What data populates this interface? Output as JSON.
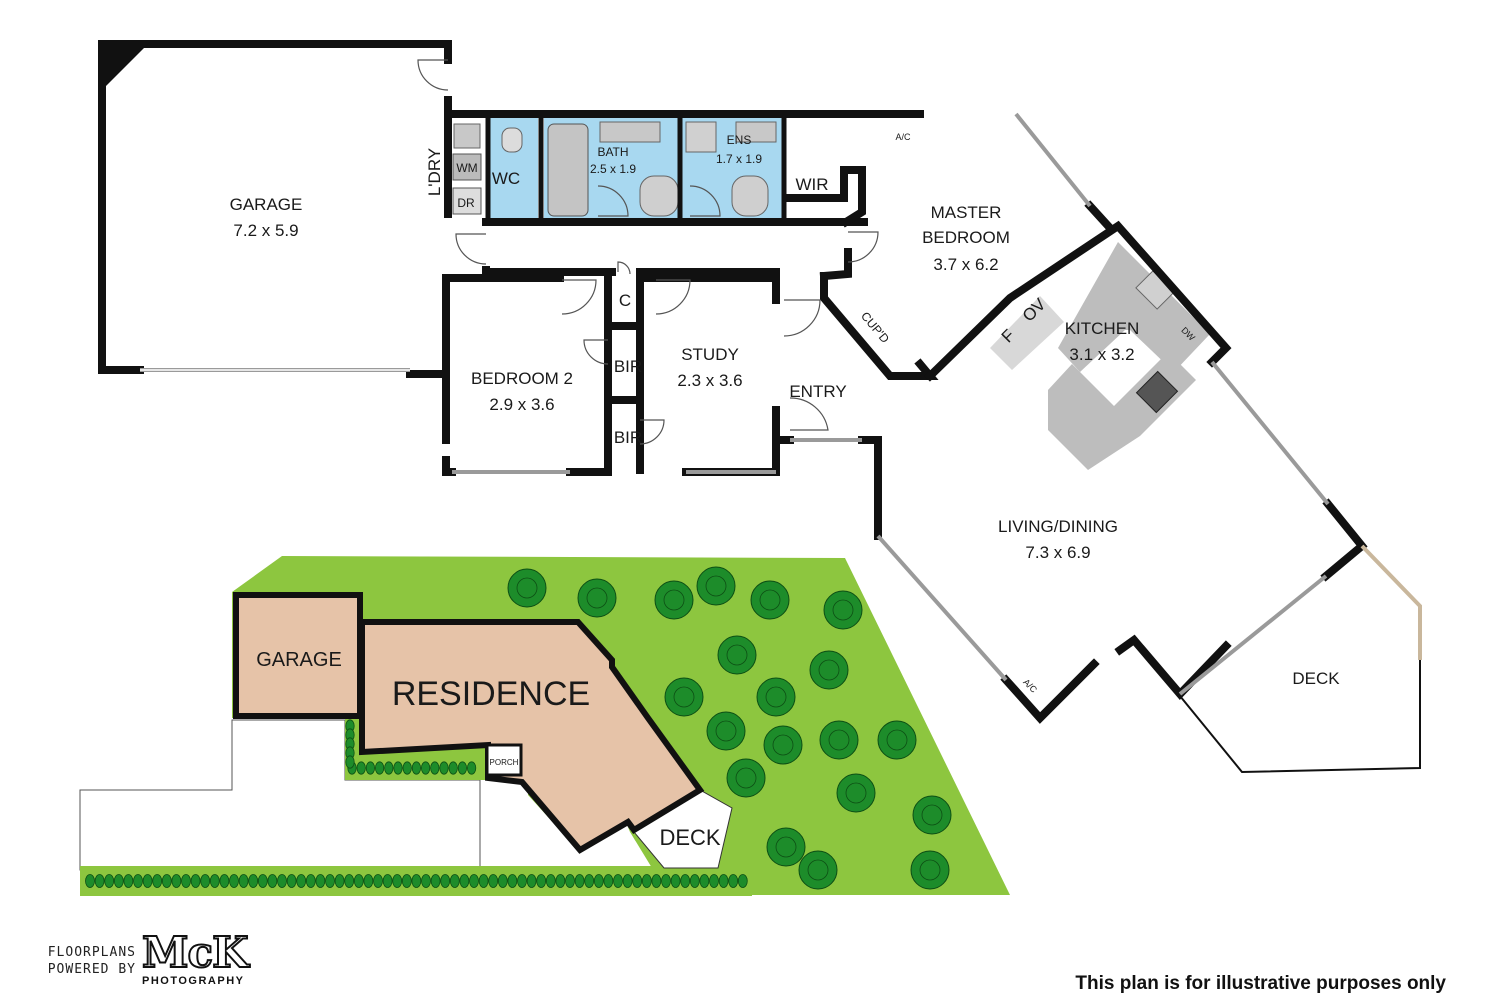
{
  "rooms": {
    "garage": {
      "name": "GARAGE",
      "size": "7.2 x 5.9"
    },
    "laundry": {
      "name": "L'DRY",
      "washer": "WM",
      "dryer": "DR"
    },
    "wc": {
      "name": "WC"
    },
    "bath": {
      "name": "BATH",
      "size": "2.5 x 1.9"
    },
    "ensuite": {
      "name": "ENS",
      "size": "1.7 x 1.9"
    },
    "wir": {
      "name": "WIR"
    },
    "master_bedroom": {
      "name_line1": "MASTER",
      "name_line2": "BEDROOM",
      "size": "3.7 x 6.2"
    },
    "ac_top": {
      "name": "A/C"
    },
    "bedroom2": {
      "name": "BEDROOM 2",
      "size": "2.9 x 3.6"
    },
    "cupboard": {
      "name": "C"
    },
    "bir_top": {
      "name": "BIR"
    },
    "bir_bottom": {
      "name": "BIR"
    },
    "study": {
      "name": "STUDY",
      "size": "2.3 x 3.6"
    },
    "entry": {
      "name": "ENTRY"
    },
    "cupd": {
      "name": "CUP'D"
    },
    "kitchen": {
      "name": "KITCHEN",
      "size": "3.1 x 3.2",
      "fridge": "F",
      "oven": "OV",
      "dishwasher": "DW"
    },
    "living_dining": {
      "name": "LIVING/DINING",
      "size": "7.3 x 6.9"
    },
    "ac_bottom": {
      "name": "A/C"
    },
    "deck": {
      "name": "DECK"
    }
  },
  "site": {
    "garage": "GARAGE",
    "residence": "RESIDENCE",
    "porch": "PORCH",
    "deck": "DECK"
  },
  "colors": {
    "lawn": "#8dc63f",
    "building": "#e6c3a8",
    "wet_area": "#a8d8f0",
    "bench": "#bdbdbd",
    "tree": "#1d8c2a"
  },
  "footer": {
    "brand_line1": "FLOORPLANS",
    "brand_line2": "POWERED BY",
    "brand_logo": "McK",
    "brand_sub": "PHOTOGRAPHY",
    "disclaimer": "This plan is for illustrative purposes only"
  }
}
